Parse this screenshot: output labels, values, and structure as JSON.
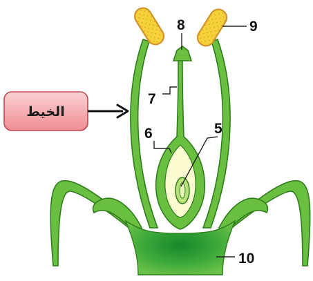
{
  "diagram": {
    "callout": {
      "text": "الخيط"
    },
    "labels": {
      "l5": "5",
      "l6": "6",
      "l7": "7",
      "l8": "8",
      "l9": "9",
      "l10": "10"
    }
  },
  "colors": {
    "plant_green": "#69bf3f",
    "plant_outline": "#2f7d1c",
    "receptacle_center": "#1f8a2c",
    "anther_yellow": "#f6d23a",
    "anther_outline": "#d2942a",
    "ovary_fill": "#fbfbd2",
    "callout_fill": "#f4a3a7",
    "callout_border": "#c0454f"
  }
}
